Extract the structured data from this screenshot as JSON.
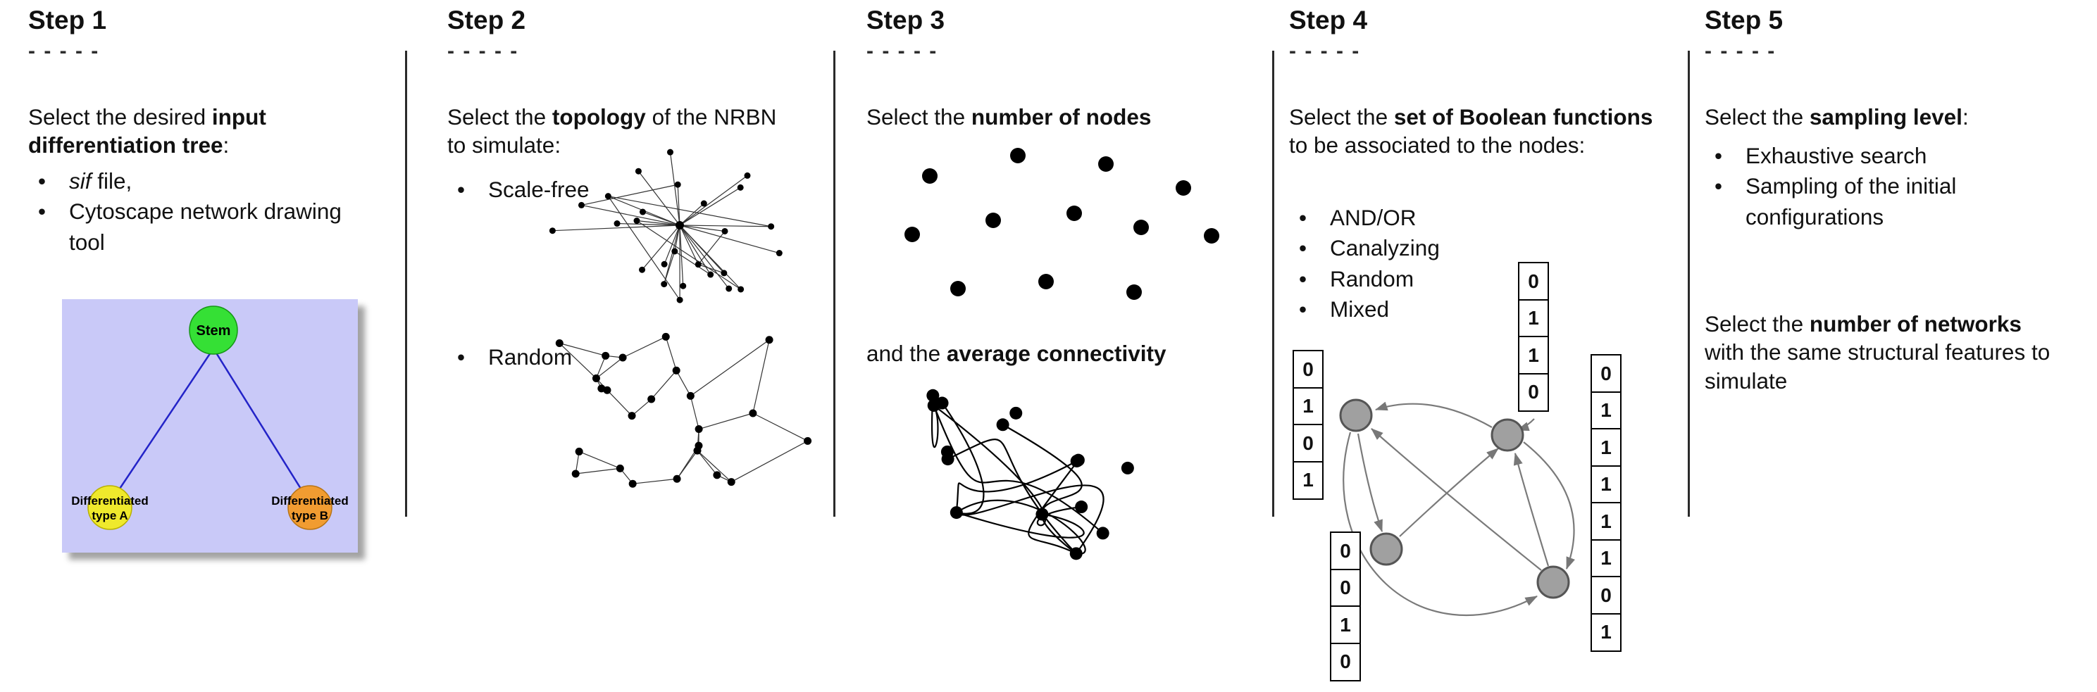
{
  "step1": {
    "title": "Step 1",
    "dashes": "- - - - -",
    "intro_pre": "Select the desired ",
    "intro_bold": "input differentiation tree",
    "intro_post": ":",
    "bullet1_italic": "sif",
    "bullet1_rest": " file,",
    "bullet2": "Cytoscape network drawing tool",
    "tree": {
      "stem": "Stem",
      "node_a_line1": "Differentiated",
      "node_a_line2": "type A",
      "node_b_line1": "Differentiated",
      "node_b_line2": "type B",
      "colors": {
        "box": "#c9c9f8",
        "stem": "#35e035",
        "type_a": "#efe92c",
        "type_b": "#f19c31",
        "edge": "#2323c8"
      }
    }
  },
  "step2": {
    "title": "Step 2",
    "dashes": "- - - - -",
    "intro_pre": "Select the ",
    "intro_bold": "topology",
    "intro_post": " of the NRBN to simulate:",
    "bullet1": "Scale-free",
    "bullet2": "Random"
  },
  "step3": {
    "title": "Step 3",
    "dashes": "- - - - -",
    "line1_pre": "Select the ",
    "line1_bold": "number of nodes",
    "line2_pre": "and the ",
    "line2_bold": "average connectivity"
  },
  "step4": {
    "title": "Step 4",
    "dashes": "- - - - -",
    "intro_pre": "Select the ",
    "intro_bold": "set of Boolean functions",
    "intro_post": " to be associated to the nodes:",
    "bullets": [
      "AND/OR",
      "Canalyzing",
      "Random",
      "Mixed"
    ],
    "truth_tables": {
      "left": [
        "0",
        "1",
        "0",
        "1"
      ],
      "top": [
        "0",
        "1",
        "1",
        "0"
      ],
      "right": [
        "0",
        "1",
        "1",
        "1",
        "1",
        "1",
        "0",
        "1"
      ],
      "bottom": [
        "0",
        "0",
        "1",
        "0"
      ]
    }
  },
  "step5": {
    "title": "Step 5",
    "dashes": "- - - - -",
    "line1_pre": "Select the ",
    "line1_bold": "sampling level",
    "line1_post": ":",
    "bullets": [
      "Exhaustive search",
      "Sampling of the initial configurations"
    ],
    "line2_pre": "Select the ",
    "line2_bold": "number of networks",
    "line2_post": " with the same structural features to simulate"
  }
}
